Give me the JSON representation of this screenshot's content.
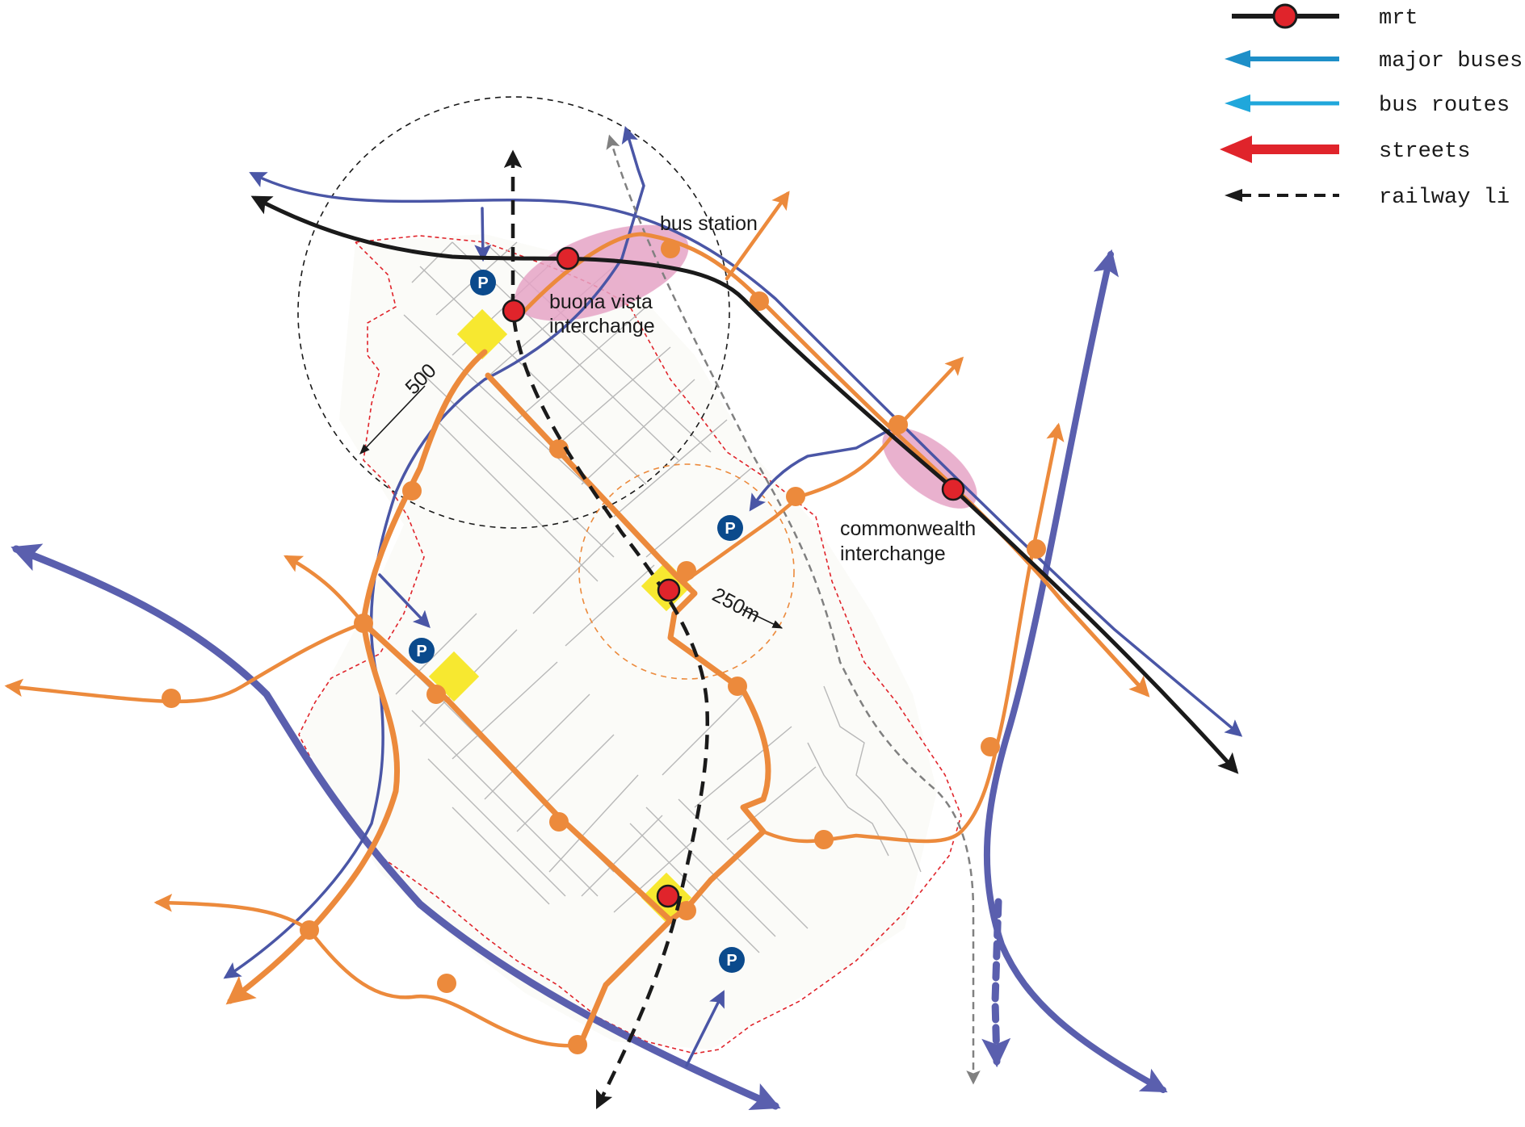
{
  "legend": [
    {
      "label": "mrt",
      "symbol": "mrt-line-icon"
    },
    {
      "label": "major buses",
      "symbol": "major-bus-arrow-icon"
    },
    {
      "label": "bus routes",
      "symbol": "bus-route-arrow-icon"
    },
    {
      "label": "streets",
      "symbol": "street-arrow-icon"
    },
    {
      "label": "railway li",
      "symbol": "railway-dashed-arrow-icon"
    }
  ],
  "labels": {
    "bus_station": "bus station",
    "buona_vista_1": "buona vista",
    "buona_vista_2": "interchange",
    "commonwealth_1": "commonwealth",
    "commonwealth_2": "interchange",
    "radius_500": "500",
    "radius_250": "250m"
  },
  "parking_symbol": "P",
  "colors": {
    "mrt": "#1a1a1a",
    "mrt_station": "#e0242b",
    "major_bus": "#5a5fae",
    "bus_route": "#4a56a6",
    "street": "#ec8a3c",
    "street_legend": "#e0242b",
    "legend_major_bus": "#1e8fc8",
    "legend_bus_route": "#20a7db",
    "interchange_highlight": "#e6a3c6",
    "plaza": "#f7e830",
    "parking": "#0b4a8c",
    "boundary": "#e0242b",
    "grid": "#b8b8b8"
  }
}
